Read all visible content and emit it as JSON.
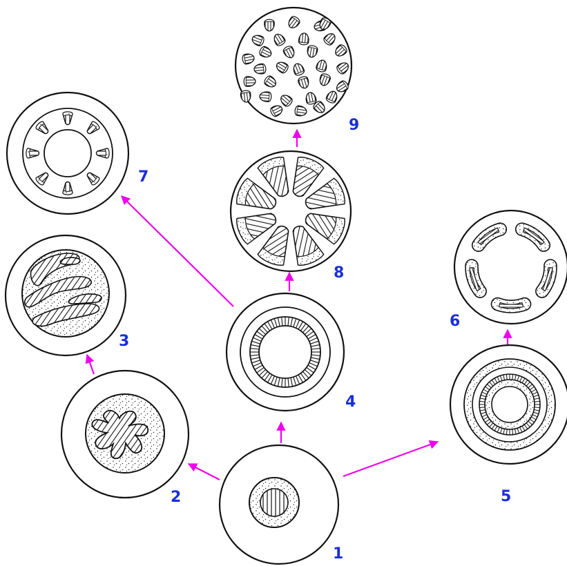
{
  "colors": {
    "line": "#111111",
    "arrow": "#ee00ee",
    "label": "#1a2fd6",
    "fill": "#ffffff"
  },
  "stages": [
    {
      "id": "stage-1",
      "label": "1"
    },
    {
      "id": "stage-2",
      "label": "2"
    },
    {
      "id": "stage-3",
      "label": "3"
    },
    {
      "id": "stage-4",
      "label": "4"
    },
    {
      "id": "stage-5",
      "label": "5"
    },
    {
      "id": "stage-6",
      "label": "6"
    },
    {
      "id": "stage-7",
      "label": "7"
    },
    {
      "id": "stage-8",
      "label": "8"
    },
    {
      "id": "stage-9",
      "label": "9"
    }
  ],
  "arrows": [
    {
      "from": "1",
      "to": "2"
    },
    {
      "from": "2",
      "to": "3"
    },
    {
      "from": "1",
      "to": "4"
    },
    {
      "from": "4",
      "to": "7"
    },
    {
      "from": "4",
      "to": "8"
    },
    {
      "from": "8",
      "to": "9"
    },
    {
      "from": "1",
      "to": "5"
    },
    {
      "from": "5",
      "to": "6"
    }
  ]
}
